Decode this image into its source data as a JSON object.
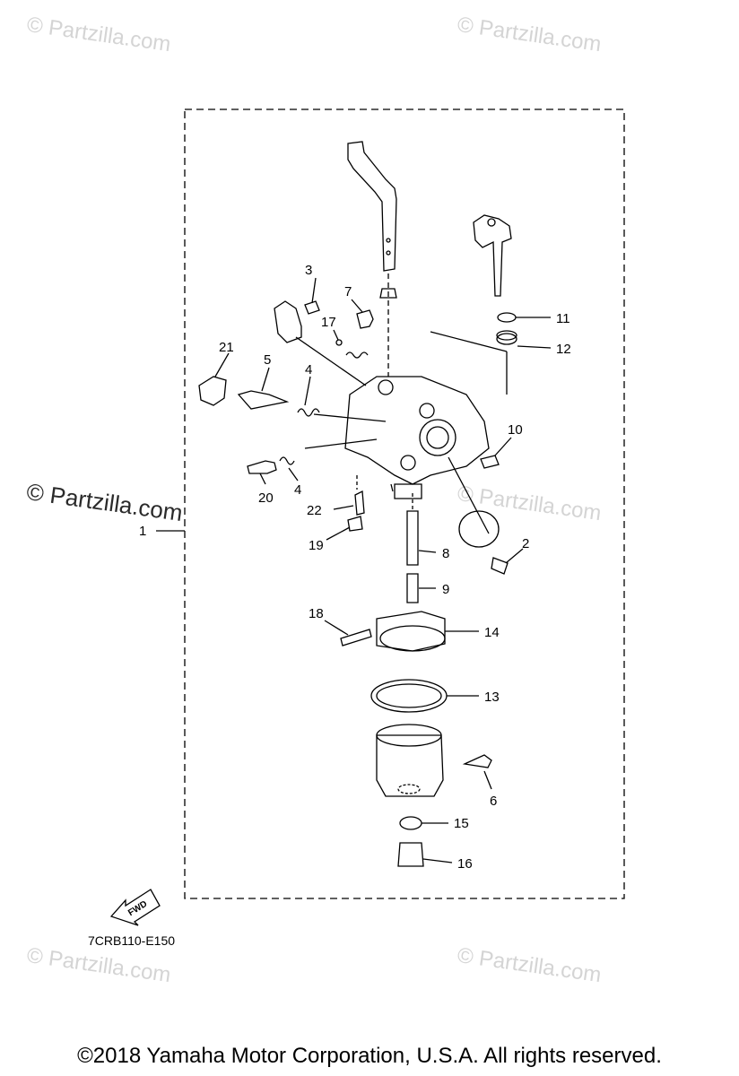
{
  "watermarks": {
    "top_left": "© Partzilla.com",
    "top_right": "© Partzilla.com",
    "left_middle": "© Partzilla.com",
    "right_middle": "© Partzilla.com",
    "bottom_left": "© Partzilla.com",
    "bottom_right": "© Partzilla.com"
  },
  "callouts": {
    "c1": "1",
    "c2": "2",
    "c3": "3",
    "c4a": "4",
    "c4b": "4",
    "c5": "5",
    "c6": "6",
    "c7": "7",
    "c8": "8",
    "c9": "9",
    "c10": "10",
    "c11": "11",
    "c12": "12",
    "c13": "13",
    "c14": "14",
    "c15": "15",
    "c16": "16",
    "c17": "17",
    "c18": "18",
    "c19": "19",
    "c20": "20",
    "c21": "21",
    "c22": "22"
  },
  "fwd_label": "FWD",
  "diagram_code": "7CRB110-E150",
  "copyright": "©2018  Yamaha Motor Corporation, U.S.A. All rights reserved."
}
